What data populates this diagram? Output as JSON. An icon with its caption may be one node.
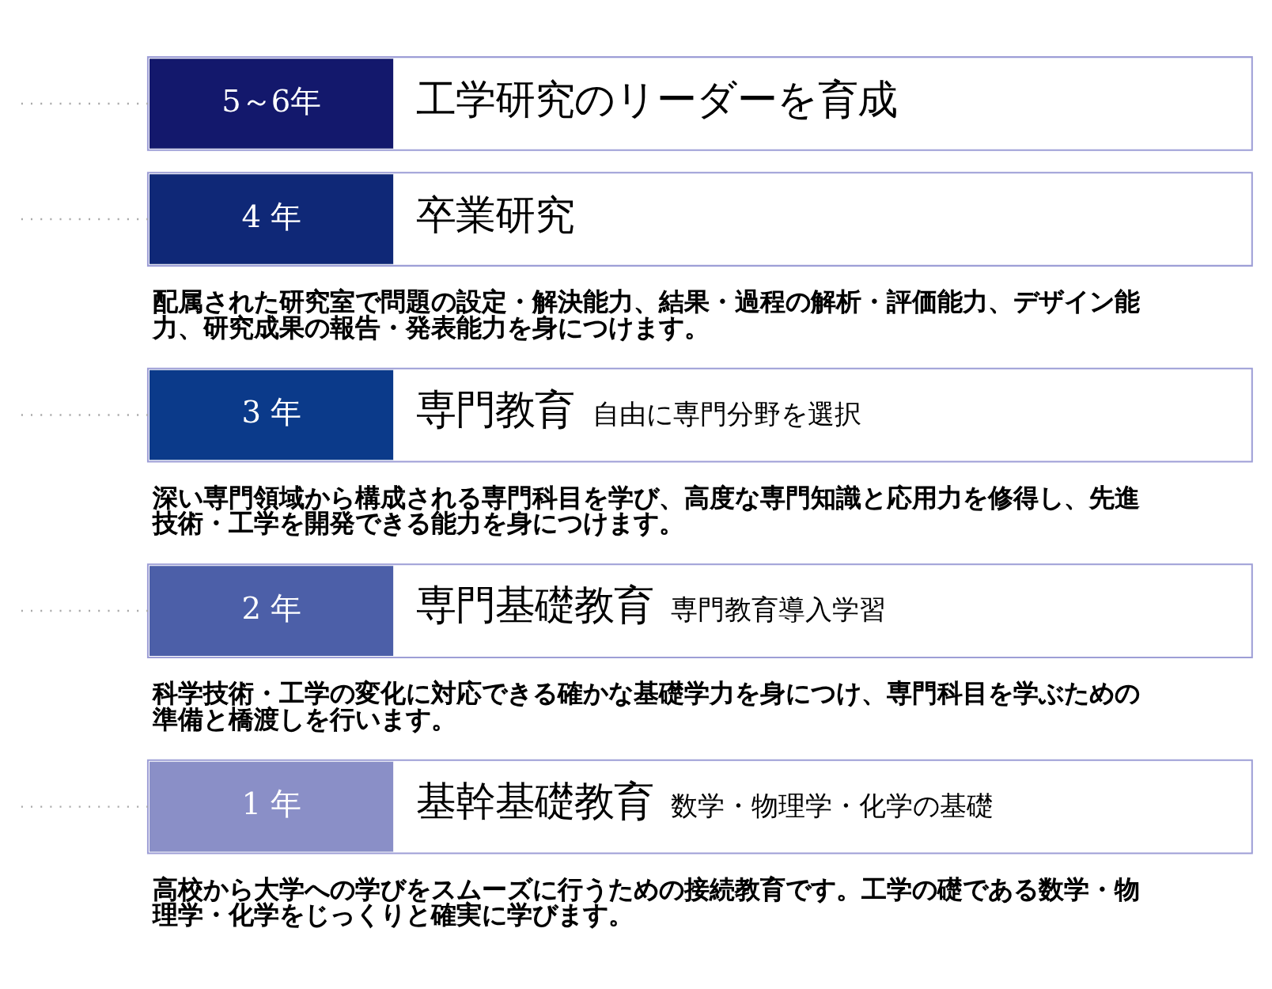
{
  "diagram": {
    "nodes": [
      {
        "text": [
          "5～6年",
          "工学研究のリーダーを育成"
        ]
      },
      {
        "text": [
          "4 年",
          "卒業研究"
        ],
        "beside": [
          "配属された研究室で問題の設定・解決能力、結果・過程の解析・評価能力、デザイン能力、研究成果の報告・発表能力を身につけます。"
        ]
      },
      {
        "text": [
          "3 年",
          "専門教育",
          "自由に専門分野を選択"
        ],
        "beside": [
          "深い専門領域から構成される専門科目を学び、高度な専門知識と応用力を修得し、先進技術・工学を開発できる能力を身につけます。"
        ]
      },
      {
        "text": [
          "2 年",
          "専門基礎教育",
          "専門教育導入学習"
        ],
        "beside": [
          "科学技術・工学の変化に対応できる確かな基礎学力を身につけ、専門科目を学ぶための準備と橋渡しを行います。"
        ]
      },
      {
        "text": [
          "1 年",
          "基幹基礎教育",
          "数学・物理学・化学の基礎"
        ],
        "beside": [
          "高校から大学への学びをスムーズに行うための接続教育です。工学の礎である数学・物理学・化学をじっくりと確実に学びます。"
        ]
      }
    ],
    "edges": [
      {
        "from": null,
        "to": 0,
        "arrow": "none",
        "style": "dashed"
      },
      {
        "from": null,
        "to": 1,
        "arrow": "none",
        "style": "dashed"
      },
      {
        "from": null,
        "to": 2,
        "arrow": "none",
        "style": "dashed"
      },
      {
        "from": null,
        "to": 3,
        "arrow": "none",
        "style": "dashed"
      },
      {
        "from": null,
        "to": 4,
        "arrow": "none",
        "style": "dashed"
      }
    ]
  }
}
